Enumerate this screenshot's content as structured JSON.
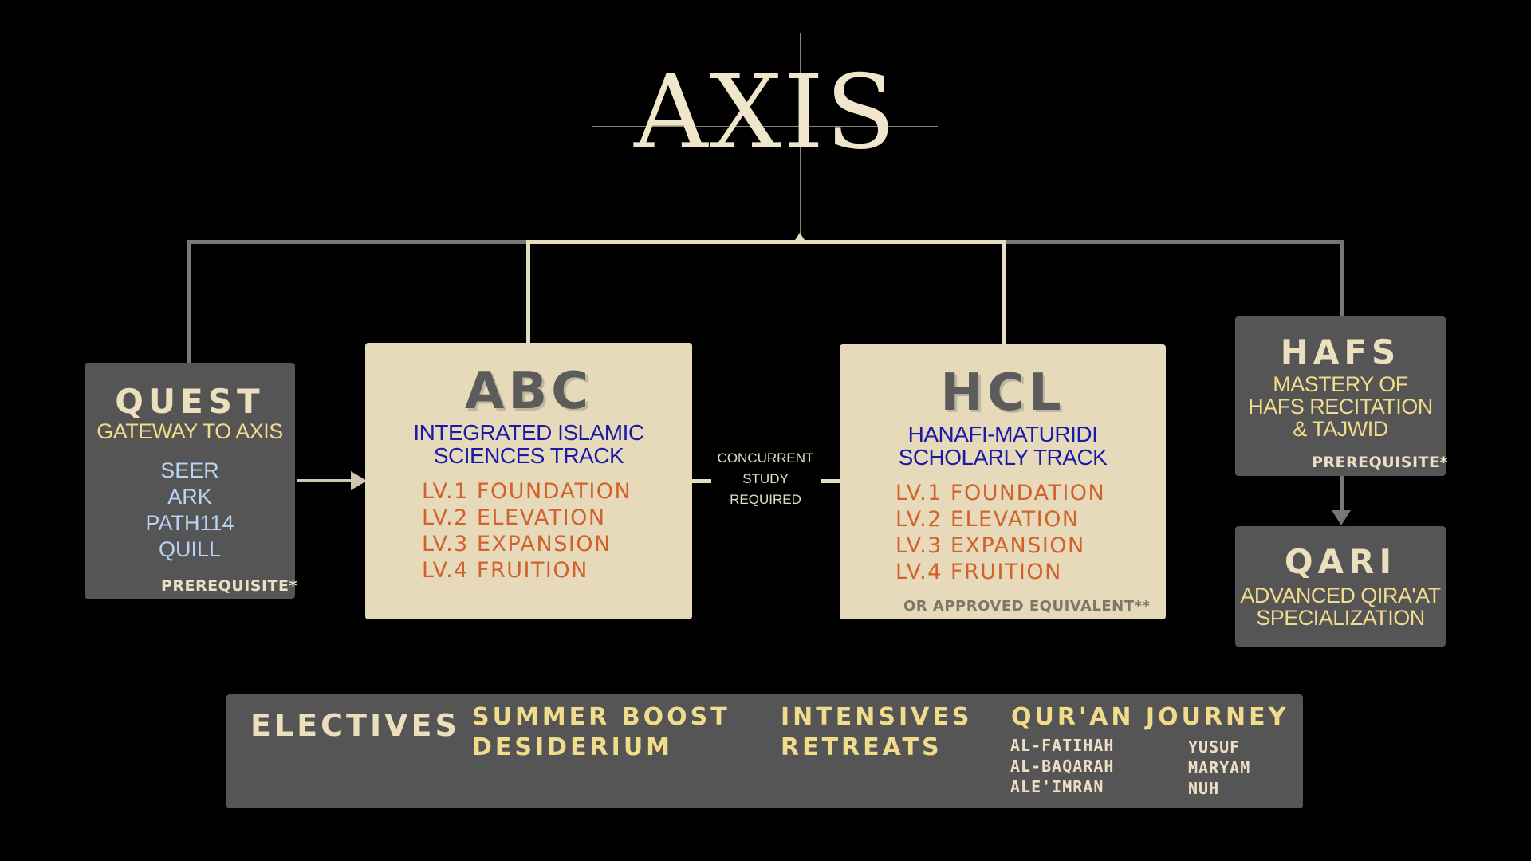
{
  "title": "AXIS",
  "quest": {
    "heading": "QUEST",
    "subtitle": "GATEWAY TO AXIS",
    "items": [
      "SEER",
      "ARK",
      "PATH114",
      "QUILL"
    ],
    "note": "PREREQUISITE*"
  },
  "abc": {
    "heading": "ABC",
    "subtitle": [
      "INTEGRATED ISLAMIC",
      "SCIENCES TRACK"
    ],
    "levels": [
      "LV.1 FOUNDATION",
      "LV.2 ELEVATION",
      "LV.3 EXPANSION",
      "LV.4 FRUITION"
    ]
  },
  "concurrent": [
    "CONCURRENT",
    "STUDY",
    "REQUIRED"
  ],
  "hcl": {
    "heading": "HCL",
    "subtitle": [
      "HANAFI-MATURIDI",
      "SCHOLARLY TRACK"
    ],
    "levels": [
      "LV.1 FOUNDATION",
      "LV.2 ELEVATION",
      "LV.3 EXPANSION",
      "LV.4 FRUITION"
    ],
    "note": "OR APPROVED EQUIVALENT**"
  },
  "hafs": {
    "heading": "HAFS",
    "subtitle": [
      "MASTERY OF",
      "HAFS RECITATION",
      "& TAJWID"
    ],
    "note": "PREREQUISITE*"
  },
  "qari": {
    "heading": "QARI",
    "subtitle": [
      "ADVANCED QIRA'AT",
      "SPECIALIZATION"
    ]
  },
  "electives": {
    "heading": "ELECTIVES",
    "group1": [
      "SUMMER BOOST",
      "DESIDERIUM"
    ],
    "group2": [
      "INTENSIVES",
      "RETREATS"
    ],
    "quran_heading": "QUR'AN JOURNEY",
    "quran_col1": [
      "AL-FATIHAH",
      "AL-BAQARAH",
      "ALE'IMRAN"
    ],
    "quran_col2": [
      "YUSUF",
      "MARYAM",
      "NUH"
    ]
  },
  "colors": {
    "background": "#000000",
    "dark_box": "#555555",
    "cream_box": "#e6dabb",
    "gold_text": "#f1dc8c",
    "blue_text": "#1a1aa8",
    "orange_text": "#d2612a"
  }
}
